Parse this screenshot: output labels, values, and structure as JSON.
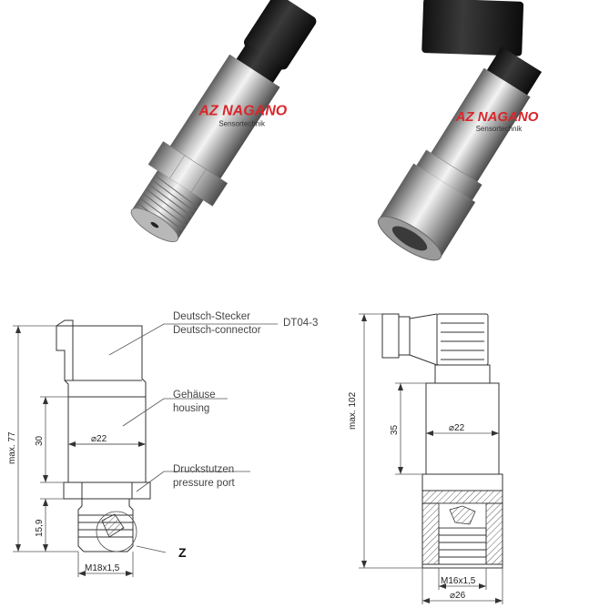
{
  "product_photos": {
    "left": {
      "logo_text": "AZ NAGANO",
      "logo_sub": "Sensortechnik"
    },
    "right": {
      "logo_text": "AZ NAGANO",
      "logo_sub": "Sensortechnik"
    }
  },
  "drawing_left": {
    "connector_de": "Deutsch-Stecker",
    "connector_en": "Deutsch-connector",
    "connector_model": "DT04-3",
    "housing_de": "Gehäuse",
    "housing_en": "housing",
    "port_de": "Druckstutzen",
    "port_en": "pressure port",
    "dim_total": "max. 77",
    "dim_housing": "30",
    "dim_thread_len": "15,9",
    "dim_diameter": "⌀22",
    "dim_thread": "M18x1,5",
    "detail_label": "Z"
  },
  "drawing_right": {
    "dim_total": "max. 102",
    "dim_housing": "35",
    "dim_diameter": "⌀22",
    "dim_thread": "M16x1,5",
    "dim_outer": "⌀26"
  },
  "colors": {
    "metal_light": "#e8e8e8",
    "metal_dark": "#6f6f6f",
    "connector": "#1c1c1c",
    "logo_red": "#d8262b"
  }
}
